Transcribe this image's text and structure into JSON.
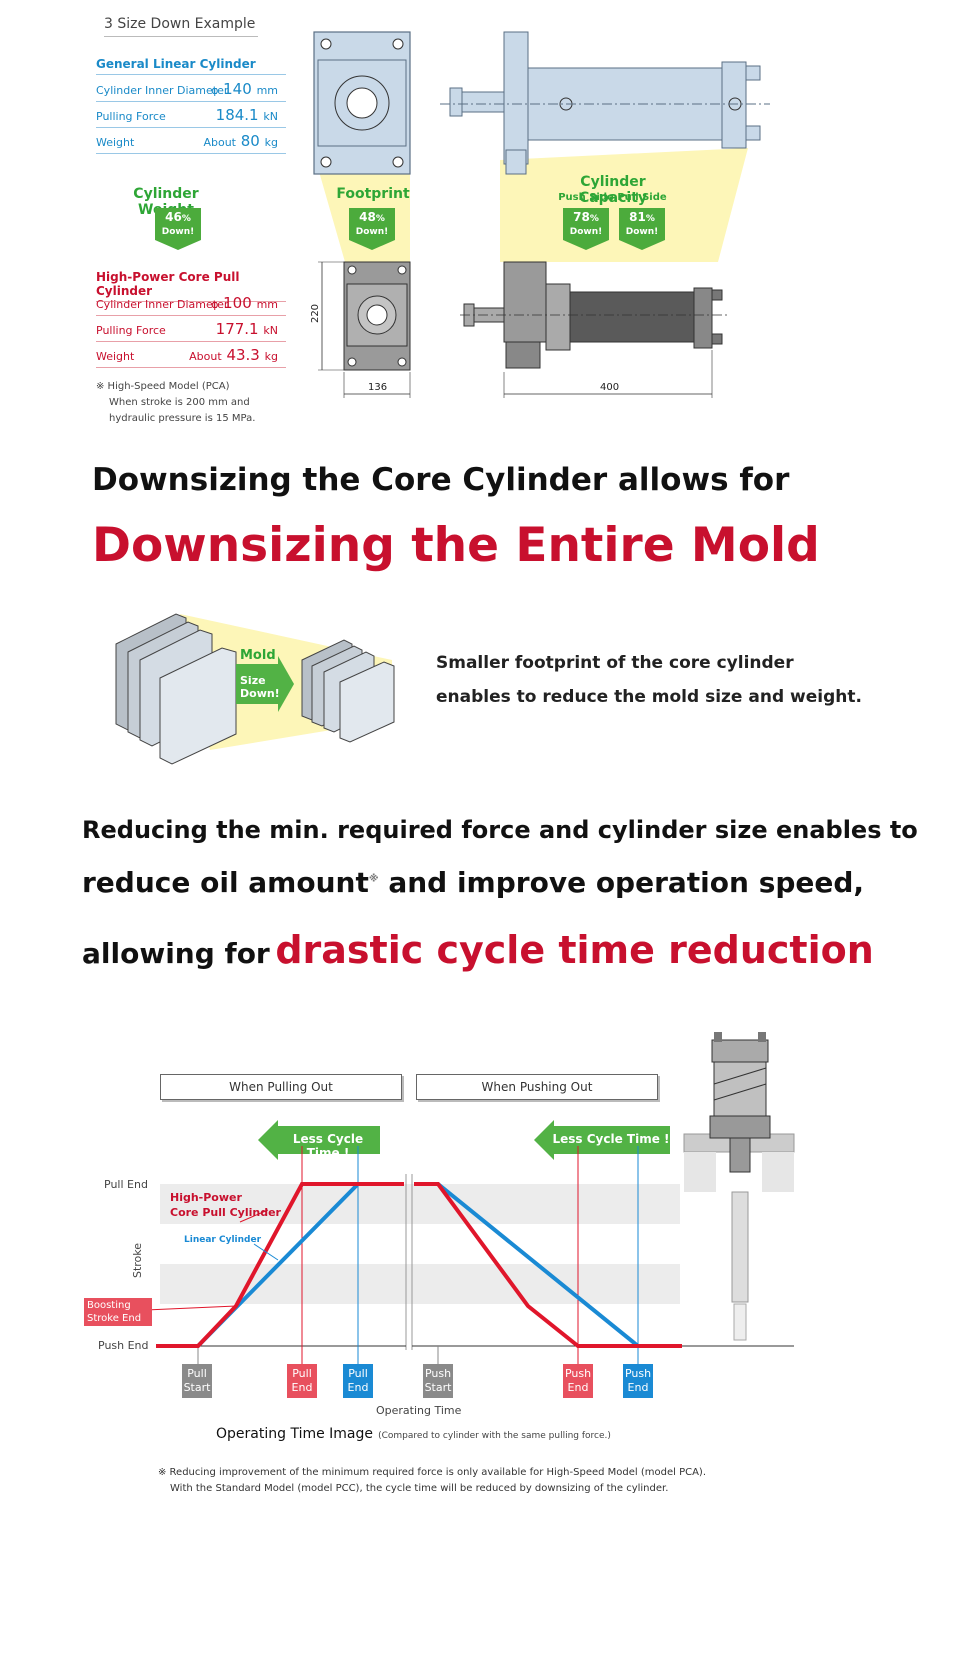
{
  "section1": {
    "example_title": "3 Size Down Example",
    "general": {
      "title": "General Linear Cylinder",
      "rows": [
        {
          "label": "Cylinder Inner Diameter",
          "prefix": "φ",
          "value": "140",
          "unit": "mm"
        },
        {
          "label": "Pulling Force",
          "prefix": "",
          "value": "184.1",
          "unit": "kN"
        },
        {
          "label": "Weight",
          "prefix": "About",
          "value": "80",
          "unit": "kg"
        }
      ]
    },
    "reductions": {
      "cylinder_weight": {
        "label": "Cylinder Weight",
        "value": "46",
        "unit": "%",
        "down": "Down!"
      },
      "footprint": {
        "label": "Footprint",
        "value": "48",
        "unit": "%",
        "down": "Down!"
      },
      "capacity": {
        "label": "Cylinder Capacity",
        "push_label": "Push Side",
        "pull_label": "Pull Side",
        "push_value": "78",
        "pull_value": "81",
        "unit": "%",
        "down": "Down!"
      }
    },
    "highpower": {
      "title": "High-Power Core Pull Cylinder",
      "rows": [
        {
          "label": "Cylinder Inner Diameter",
          "prefix": "φ",
          "value": "100",
          "unit": "mm"
        },
        {
          "label": "Pulling Force",
          "prefix": "",
          "value": "177.1",
          "unit": "kN"
        },
        {
          "label": "Weight",
          "prefix": "About",
          "value": "43.3",
          "unit": "kg"
        }
      ]
    },
    "note": {
      "line1": "※ High-Speed Model (PCA)",
      "line2": "When stroke is 200 mm and",
      "line3": "hydraulic pressure is 15 MPa."
    },
    "dimensions": {
      "height": "220",
      "width": "136",
      "length": "400"
    }
  },
  "section2": {
    "line1": "Downsizing the Core Cylinder allows for",
    "line2": "Downsizing the Entire Mold",
    "mold_label": "Mold",
    "size_down": "Size Down!",
    "desc_line1": "Smaller footprint of the core cylinder",
    "desc_line2": "enables to reduce the mold size and weight."
  },
  "section3": {
    "line1": "Reducing the min. required force and cylinder size enables to",
    "line2a": "reduce oil amount",
    "line2_mark": "※",
    "line2b": "and improve operation speed,",
    "line3a": "allowing for",
    "line3b": "drastic cycle time reduction"
  },
  "chart": {
    "panel_pulling": "When Pulling Out",
    "panel_pushing": "When Pushing Out",
    "less_cycle": "Less Cycle Time !",
    "y_top": "Pull End",
    "y_bottom": "Push End",
    "y_axis": "Stroke",
    "x_axis": "Operating Time",
    "boosting_1": "Boosting",
    "boosting_2": "Stroke End",
    "hp_label_1": "High-Power",
    "hp_label_2": "Core Pull Cylinder",
    "linear_label": "Linear Cylinder",
    "pull_start_1": "Pull",
    "pull_start_2": "Start",
    "pull_end_1": "Pull",
    "pull_end_2": "End",
    "push_start_1": "Push",
    "push_start_2": "Start",
    "push_end_1": "Push",
    "push_end_2": "End",
    "caption": "Operating Time Image",
    "caption_note": "(Compared to cylinder with the same pulling force.)",
    "colors": {
      "highpower": "#e0162b",
      "linear": "#1a8ad4",
      "green": "#52b245",
      "gray": "#8a8a8a"
    }
  },
  "chart_data": {
    "type": "line",
    "xlabel": "Operating Time",
    "ylabel": "Stroke",
    "series": [
      {
        "name": "High-Power Core Pull Cylinder",
        "pulling_out": [
          [
            "Pull Start",
            "Push End"
          ],
          [
            "Boosting Stroke End",
            "Boosting Stroke End"
          ],
          [
            "Pull End",
            "Pull End"
          ]
        ],
        "pushing_out": [
          [
            "Push Start",
            "Pull End"
          ],
          [
            "Push End",
            "Push End"
          ]
        ]
      },
      {
        "name": "Linear Cylinder",
        "pulling_out": [
          [
            "Pull Start",
            "Push End"
          ],
          [
            "Pull End",
            "Pull End"
          ]
        ],
        "pushing_out": [
          [
            "Push Start",
            "Pull End"
          ],
          [
            "Push End",
            "Push End"
          ]
        ]
      }
    ]
  },
  "footnote": {
    "line1": "※ Reducing improvement of the minimum required force is only available for High-Speed Model (model PCA).",
    "line2": "With the Standard Model (model PCC), the cycle time will be reduced by downsizing of the cylinder."
  }
}
